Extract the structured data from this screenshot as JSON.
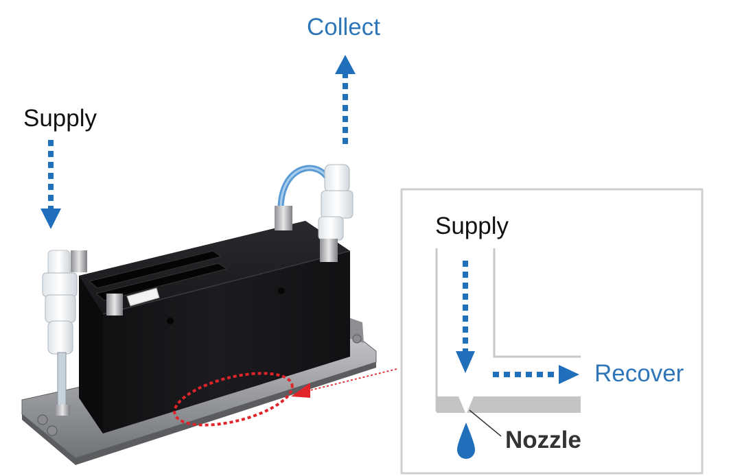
{
  "labels": {
    "collect": "Collect",
    "supply_main": "Supply",
    "supply_inset": "Supply",
    "recover": "Recover",
    "nozzle": "Nozzle"
  },
  "colors": {
    "flow_arrow": "#1f6fba",
    "label_blue": "#2f76b8",
    "highlight_red": "#e0242a",
    "printhead_body": "#1a1a1d",
    "baseplate": "#9a9ca0",
    "tube": "#5b9bd5",
    "inset_border": "#cfcfcf",
    "inset_wall": "#c8c8c8",
    "droplet": "#1f6fba"
  },
  "icons": {
    "flow": "dotted-arrow-icon",
    "droplet": "ink-droplet-icon"
  }
}
